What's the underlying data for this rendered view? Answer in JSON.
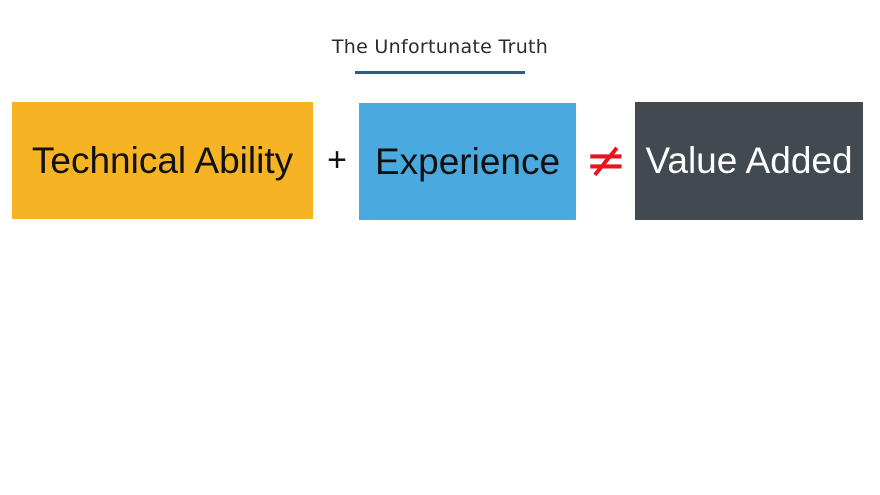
{
  "title": "The Unfortunate Truth",
  "colors": {
    "title_rule": "#2f5b86",
    "box_1_bg": "#f6b323",
    "box_1_text": "#111111",
    "box_2_bg": "#4aa9df",
    "box_2_text": "#111111",
    "box_3_bg": "#414a51",
    "box_3_text": "#ffffff",
    "plus": "#111111",
    "not_equal": "#e8141b"
  },
  "equation": {
    "term_1": "Technical Ability",
    "operator_1": "+",
    "term_2": "Experience",
    "operator_2": "≠",
    "result": "Value Added"
  }
}
